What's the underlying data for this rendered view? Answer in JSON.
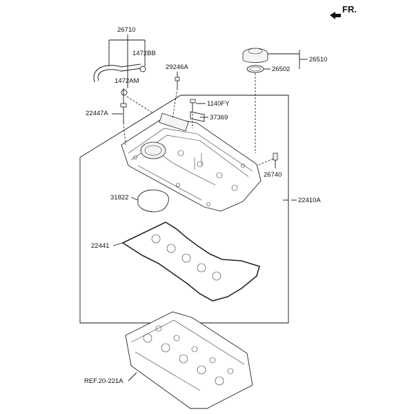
{
  "orientation": {
    "label": "FR."
  },
  "parts": {
    "p26710": "26710",
    "p1472BB": "1472BB",
    "p1472AM": "1472AM",
    "p29246A": "29246A",
    "p22447A": "22447A",
    "p1140FY": "1140FY",
    "p37369": "37369",
    "p26510": "26510",
    "p26502": "26502",
    "p26740": "26740",
    "p31822": "31822",
    "p22410A": "22410A",
    "p22441": "22441",
    "ref": "REF.20-221A"
  }
}
